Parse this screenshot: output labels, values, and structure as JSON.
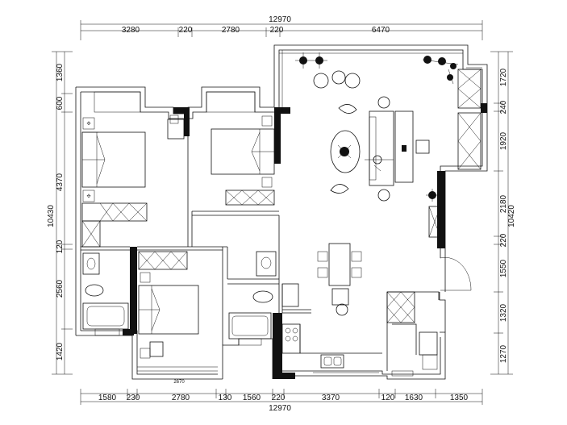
{
  "dimensions": {
    "top_total": "12970",
    "top": [
      "3280",
      "220",
      "2780",
      "220",
      "6470"
    ],
    "bottom_total": "12970",
    "bottom": [
      "1580",
      "230",
      "2780",
      "130",
      "1560",
      "220",
      "3370",
      "120",
      "1630",
      "1350"
    ],
    "left_total": "10430",
    "left": [
      "1360",
      "600",
      "4370",
      "120",
      "2560",
      "1420"
    ],
    "right_total": "10420",
    "right": [
      "1720",
      "240",
      "1920",
      "2180",
      "220",
      "1550",
      "1320",
      "1270"
    ]
  },
  "labels": {
    "balcony_width": "2670"
  },
  "colors": {
    "line": "#111111",
    "wall_fill": "#111111",
    "background": "#ffffff"
  }
}
